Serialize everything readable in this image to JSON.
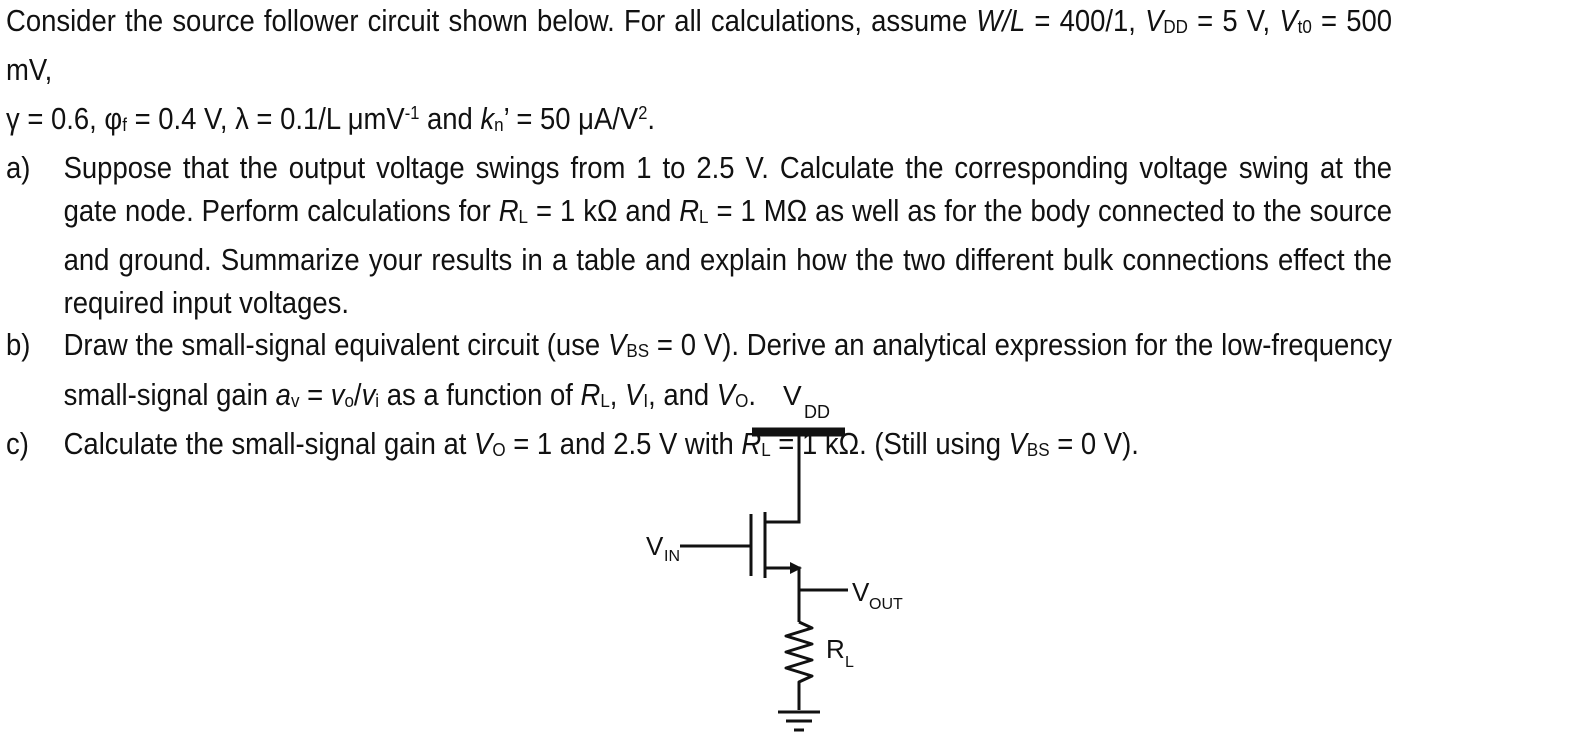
{
  "problem": {
    "intro": {
      "t1": "Consider the source follower circuit shown below. For all calculations, assume ",
      "wl_var": "W/L",
      "t2": " = 400/1, ",
      "vdd_v": "V",
      "vdd_s": "DD",
      "t3": " = 5 V, ",
      "vt0_v": "V",
      "vt0_s": "t0",
      "t4": " = 500 mV,",
      "t5": "γ = 0.6, φ",
      "phi_s": "f",
      "t6": " = 0.4 V, λ = 0.1/L μmV",
      "lambda_sup": "-1",
      "t7": " and ",
      "kn_v": "k",
      "kn_s": "n",
      "t8": "’ = 50 μA/V",
      "kn_sup": "2",
      "t9": "."
    },
    "part_a": {
      "label": "a)",
      "t1": "Suppose that the output voltage swings from 1 to 2.5 V. Calculate the corresponding voltage swing at the gate node. Perform calculations for ",
      "rl_v": "R",
      "rl_s": "L",
      "t2": " = 1 kΩ and ",
      "t3": " = 1 MΩ as well as for the body connected to the source and ground. Summarize your results in a table and explain how the two different bulk connections effect the required input voltages."
    },
    "part_b": {
      "label": "b)",
      "t1": "Draw the small-signal equivalent circuit (use ",
      "vbs_v": "V",
      "vbs_s": "BS",
      "t2": " = 0 V). Derive an analytical expression for the low-frequency small-signal gain ",
      "av_v": "a",
      "av_s": "v",
      "t3": " = ",
      "vo_v": "v",
      "vo_s": "o",
      "t4": "/",
      "vi_v": "v",
      "vi_s": "i",
      "t5": " as a function of ",
      "rl_v": "R",
      "rl_s": "L",
      "t6": ", ",
      "VI_v": "V",
      "VI_s": "I",
      "t7": ", and ",
      "VO_v": "V",
      "VO_s": "O",
      "t8": "."
    },
    "part_c": {
      "label": "c)",
      "t1": "Calculate the small-signal gain at ",
      "VO_v": "V",
      "VO_s": "O",
      "t2": " = 1 and 2.5 V with ",
      "rl_v": "R",
      "rl_s": "L",
      "t3": " = 1 kΩ. (Still using ",
      "vbs_v": "V",
      "vbs_s": "BS",
      "t4": " = 0 V)."
    }
  },
  "circuit": {
    "vdd_label": "V",
    "vdd_sub": "DD",
    "vin_label": "V",
    "vin_sub": "IN",
    "vout_label": "V",
    "vout_sub": "OUT",
    "rl_label": "R",
    "rl_sub": "L"
  }
}
